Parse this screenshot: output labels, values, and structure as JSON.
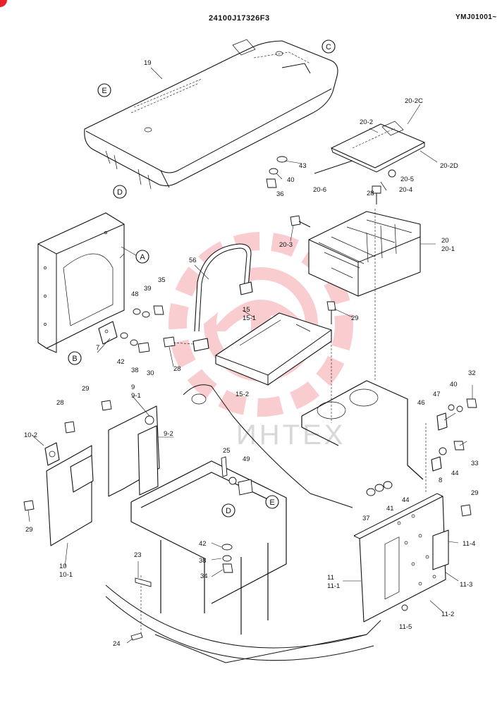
{
  "header": {
    "drawing_number": "24100J17326F3",
    "serial_range": "YMJ01001~"
  },
  "watermark": {
    "text": "ИНТЕХ",
    "color": "#e8202a"
  },
  "accent_color": "#e8202a",
  "callouts": [
    "A",
    "B",
    "C",
    "D",
    "E",
    "C",
    "D",
    "E"
  ],
  "part_labels": [
    "19",
    "20-2C",
    "20-2",
    "20-2D",
    "20-5",
    "20-4",
    "20-6",
    "28",
    "43",
    "40",
    "36",
    "20-3",
    "20",
    "20-1",
    "56",
    "48",
    "39",
    "35",
    "15",
    "15-1",
    "29",
    "7",
    "42",
    "38",
    "30",
    "28",
    "15-2",
    "32",
    "47",
    "40",
    "46",
    "29",
    "28",
    "9",
    "9-1",
    "9-2",
    "10-2",
    "25",
    "49",
    "33",
    "44",
    "8",
    "44",
    "41",
    "37",
    "29",
    "11-4",
    "11",
    "11-1",
    "11-3",
    "11-2",
    "11-5",
    "29",
    "10",
    "10-1",
    "23",
    "42",
    "38",
    "34",
    "24"
  ]
}
